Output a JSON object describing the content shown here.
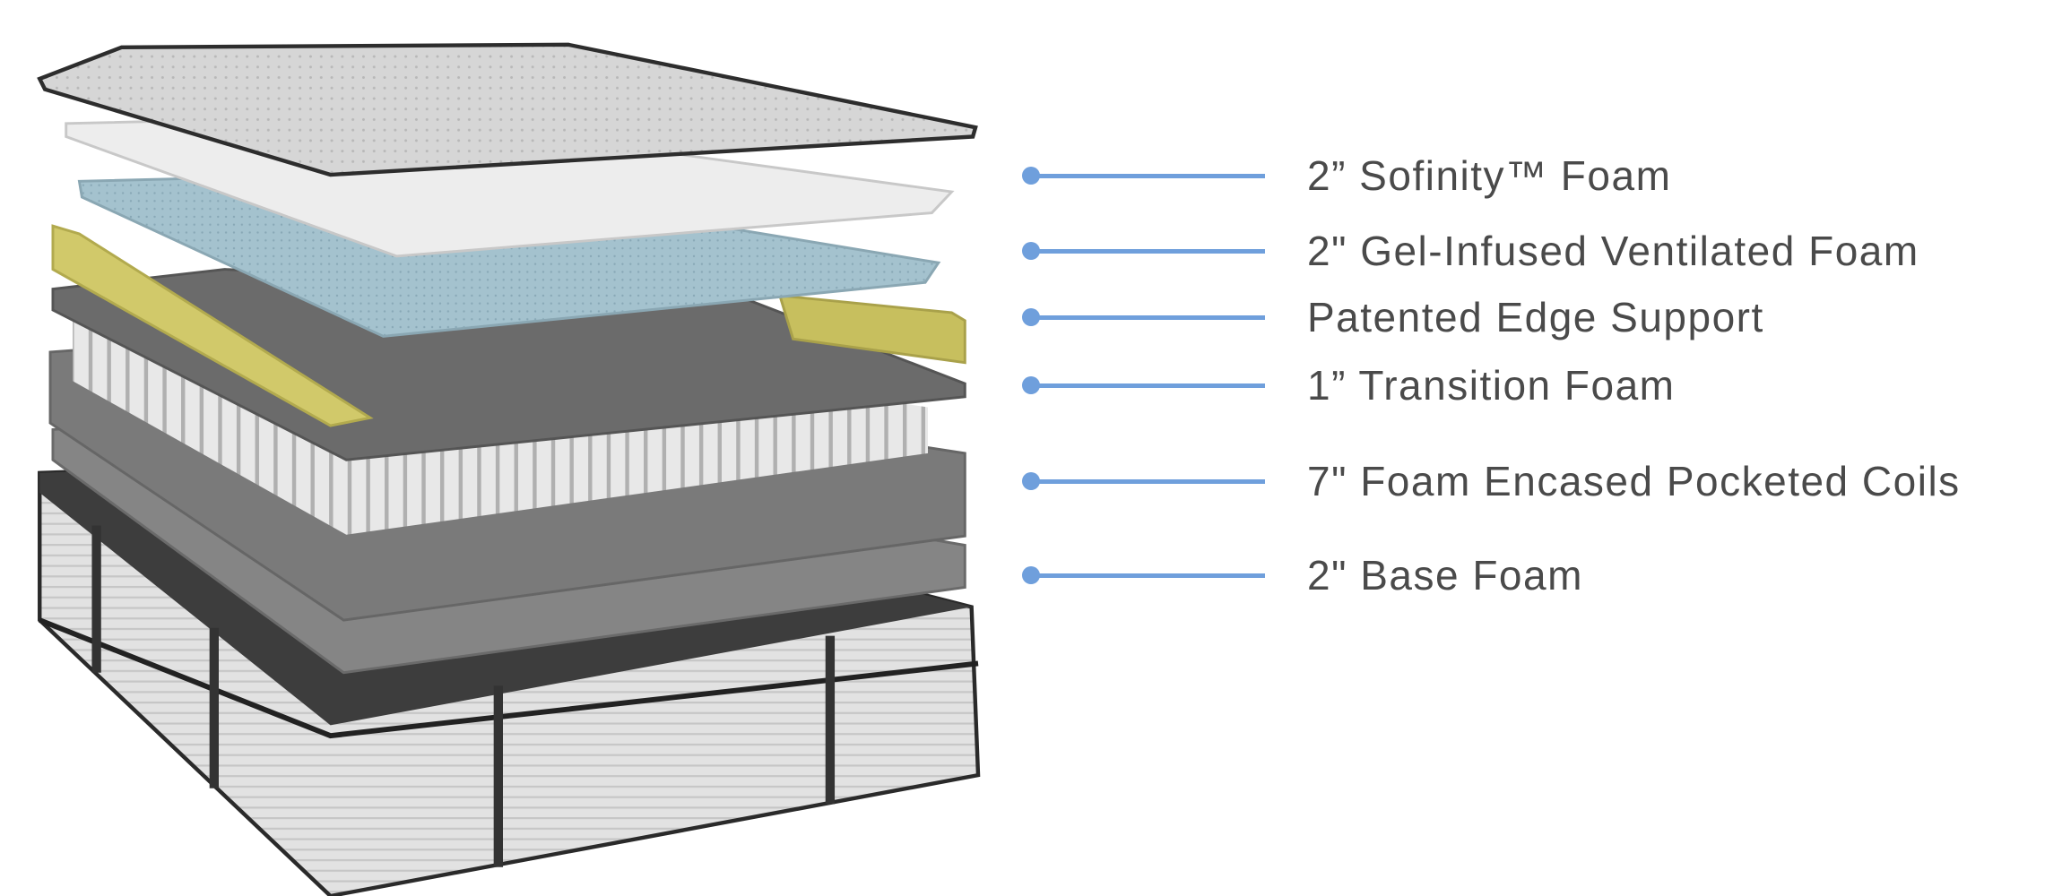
{
  "colors": {
    "callout_line": "#6f9fdc",
    "label_text": "#4a4a4a",
    "edge_support": "#d1c96a",
    "gel_foam": "#9fbfcc"
  },
  "layers": [
    {
      "label": "2” Sofinity™ Foam"
    },
    {
      "label": "2\" Gel-Infused Ventilated Foam"
    },
    {
      "label": "Patented Edge Support"
    },
    {
      "label": "1” Transition Foam"
    },
    {
      "label": "7\" Foam Encased Pocketed Coils"
    },
    {
      "label": "2\" Base Foam"
    }
  ]
}
